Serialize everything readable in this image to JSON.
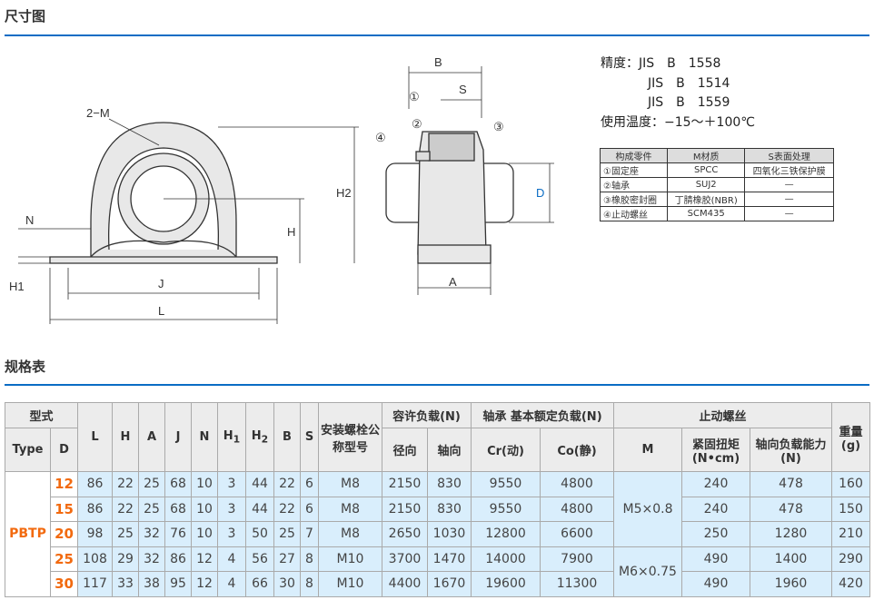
{
  "sections": {
    "dimension": "尺寸图",
    "spec": "规格表"
  },
  "drawing_labels": {
    "m": "2−M",
    "n": "N",
    "h1": "H1",
    "j": "J",
    "l": "L",
    "h": "H",
    "h2": "H2",
    "b": "B",
    "s": "S",
    "a": "A",
    "d": "D",
    "c1": "①",
    "c2": "②",
    "c3": "③",
    "c4": "④"
  },
  "precision": {
    "label": "精度：",
    "lines": [
      "JIS　B　1558",
      "JIS　B　1514",
      "JIS　B　1559"
    ],
    "temp_label": "使用温度：",
    "temp": "−15～＋100℃"
  },
  "parts": {
    "headers": [
      "构成零件",
      "M材质",
      "S表面处理"
    ],
    "rows": [
      [
        "①固定座",
        "SPCC",
        "四氧化三铁保护膜"
      ],
      [
        "②轴承",
        "SUJ2",
        "—"
      ],
      [
        "③橡胶密封圈",
        "丁腈橡胶(NBR)",
        "—"
      ],
      [
        "④止动螺丝",
        "SCM435",
        "—"
      ]
    ]
  },
  "table": {
    "h": {
      "model": "型式",
      "type": "Type",
      "d": "D",
      "L": "L",
      "H": "H",
      "A": "A",
      "J": "J",
      "N": "N",
      "H1": "H",
      "H1s": "1",
      "H2": "H",
      "H2s": "2",
      "B": "B",
      "S": "S",
      "bolt": "安装螺栓公称型号",
      "allow": "容许负载(N)",
      "radial": "径向",
      "axial": "轴向",
      "rating": "轴承 基本额定负载(N)",
      "cr": "Cr(动)",
      "co": "Co(静)",
      "setscrew": "止动螺丝",
      "m": "M",
      "torque": "紧固扭矩(N•cm)",
      "axload": "轴向负载能力(N)",
      "weight": "重量(g)"
    },
    "type": "PBTP",
    "m_groups": [
      "M5×0.8",
      "M6×0.75"
    ],
    "rows": [
      [
        "12",
        "86",
        "22",
        "25",
        "68",
        "10",
        "3",
        "44",
        "22",
        "6",
        "M8",
        "2150",
        "830",
        "9550",
        "4800",
        "240",
        "478",
        "160"
      ],
      [
        "15",
        "86",
        "22",
        "25",
        "68",
        "10",
        "3",
        "44",
        "22",
        "6",
        "M8",
        "2150",
        "830",
        "9550",
        "4800",
        "240",
        "478",
        "150"
      ],
      [
        "20",
        "98",
        "25",
        "32",
        "76",
        "10",
        "3",
        "50",
        "25",
        "7",
        "M8",
        "2650",
        "1030",
        "12800",
        "6600",
        "250",
        "1280",
        "210"
      ],
      [
        "25",
        "108",
        "29",
        "32",
        "86",
        "12",
        "4",
        "56",
        "27",
        "8",
        "M10",
        "3700",
        "1470",
        "14000",
        "7900",
        "490",
        "1400",
        "290"
      ],
      [
        "30",
        "117",
        "33",
        "38",
        "95",
        "12",
        "4",
        "66",
        "30",
        "8",
        "M10",
        "4400",
        "1670",
        "19600",
        "11300",
        "490",
        "1960",
        "420"
      ]
    ]
  },
  "colors": {
    "accent": "#0a6cc4",
    "orange": "#f26a0f",
    "cell": "#d9eefc"
  }
}
